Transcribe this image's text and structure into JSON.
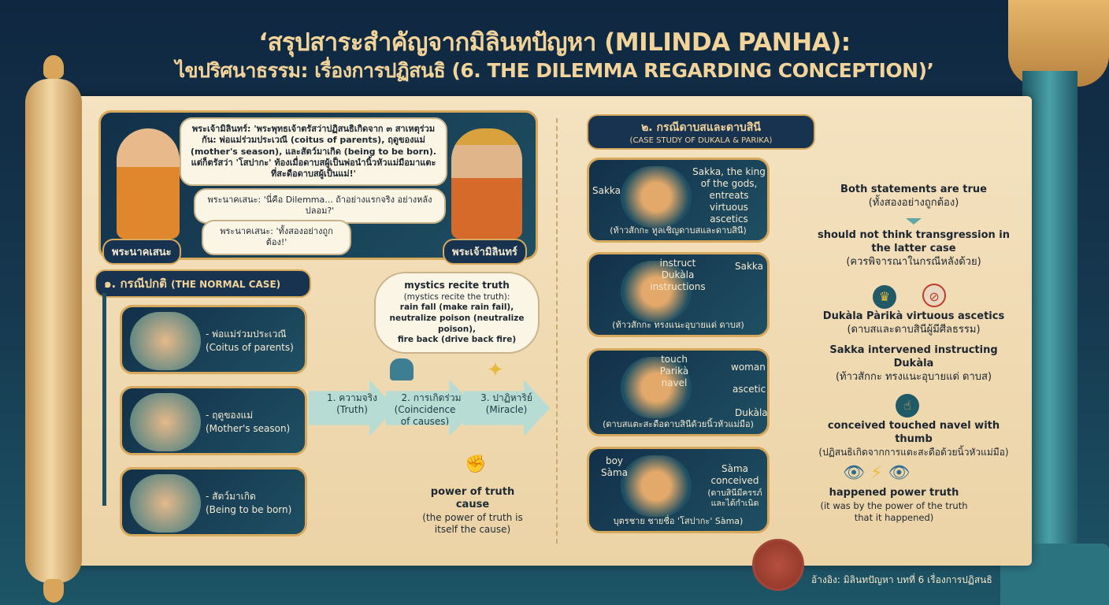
{
  "title": {
    "line1": "‘สรุปสาระสำคัญจากมิลินทปัญหา (MILINDA PANHA):",
    "line2": "ไขปริศนาธรรม: เรื่องการปฏิสนธิ (6. THE DILEMMA REGARDING CONCEPTION)’"
  },
  "dialogue": {
    "bubble1": "พระเจ้ามิลินทร์: 'พระพุทธเจ้าตรัสว่าปฏิสนธิเกิดจาก ๓ สาเหตุร่วมกัน: พ่อแม่ร่วมประเวณี (coitus of parents), ฤดูของแม่ (mother's season), และสัตว์มาเกิด (being to be born). แต่ก็ตรัสว่า 'โสปากะ' ท้องเมื่อดาบสผู้เป็นพ่อนำนิ้วหัวแม่มือมาแตะที่สะดือดาบสผู้เป็นแม่!'",
    "bubble2": "พระนาคเสนะ: 'นี่คือ Dilemma... ถ้าอย่างแรกจริง อย่างหลังปลอม?'",
    "bubble3": "พระนาคเสนะ: 'ทั้งสองอย่างถูกต้อง!'",
    "label_left": "พระนาคเสนะ",
    "label_right": "พระเจ้ามิลินทร์"
  },
  "section1": {
    "number": "๑. กรณีปกติ",
    "title": "(THE NORMAL CASE)",
    "items": [
      {
        "th": "- พ่อแม่ร่วมประเวณี",
        "en": "(Coitus of parents)"
      },
      {
        "th": "- ฤดูของแม่",
        "en": "(Mother's season)"
      },
      {
        "th": "- สัตว์มาเกิด",
        "en": "(Being to be born)"
      }
    ]
  },
  "flow": {
    "steps": [
      {
        "th": "1. ความจริง",
        "en": "(Truth)"
      },
      {
        "th": "2. การเกิดร่วม",
        "en": "(Coincidence of causes)"
      },
      {
        "th": "3. ปาฏิหาริย์",
        "en": "(Miracle)"
      }
    ],
    "thought": {
      "title": "mystics recite truth",
      "l1": "(mystics recite the truth):",
      "l2": "rain fall (make rain fail),",
      "l3": "neutralize poison (neutralize poison),",
      "l4": "fire back (drive back fire)"
    },
    "power": {
      "title": "power of truth cause",
      "sub": "(the power of truth is itself the cause)"
    }
  },
  "section2": {
    "title": "๒. กรณีดาบสและดาบสินี",
    "subtitle": "(CASE STUDY OF DUKALA & PARIKA)",
    "cards": [
      {
        "labels": [
          "Sakka",
          "Sakka, the king of the gods, entreats virtuous ascetics"
        ],
        "caption": "(ท้าวสักกะ ทูลเชิญดาบสและดาบสินี)"
      },
      {
        "labels": [
          "instruct Dukàla instructions",
          "Sakka"
        ],
        "caption": "(ท้าวสักกะ ทรงแนะอุบายแด่ ดาบส)"
      },
      {
        "labels": [
          "touch Parikà navel",
          "woman",
          "ascetic",
          "Dukàla"
        ],
        "caption": "(ดาบสแตะสะดือดาบสินีด้วยนิ้วหัวแม่มือ)"
      },
      {
        "labels": [
          "boy Sàma",
          "Sàma conceived",
          "(ดาบสินีมีครรภ์ และได้กำเนิด"
        ],
        "caption": "บุตรชาย ชายชื่อ 'โสปากะ' Sàma)"
      }
    ]
  },
  "summary": {
    "s1": "Both statements are true",
    "s1th": "(ทั้งสองอย่างถูกต้อง)",
    "s2": "should not think transgression in the latter case",
    "s2th": "(ควรพิจารณาในกรณีหลังด้วย)",
    "s3": "Dukàla Pàrikà virtuous ascetics",
    "s3th": "(ดาบสและดาบสินีผู้มีศีลธรรม)",
    "s4": "Sakka intervened instructing Dukàla",
    "s4th": "(ท้าวสักกะ ทรงแนะอุบายแด่ ดาบส)",
    "s5": "conceived touched navel with thumb",
    "s5th": "(ปฏิสนธิเกิดจากการแตะสะดือด้วยนิ้วหัวแม่มือ)",
    "s6": "happened power truth",
    "s6sub": "(it was by the power of the truth that it happened)"
  },
  "footer": "อ้างอิง: มิลินทปัญหา บทที่ 6 เรื่องการปฏิสนธิ",
  "colors": {
    "background": "#143048",
    "parchment": "#f0dab2",
    "panel": "#173350",
    "gold": "#d6a95c",
    "teal": "#5fa8a6"
  }
}
